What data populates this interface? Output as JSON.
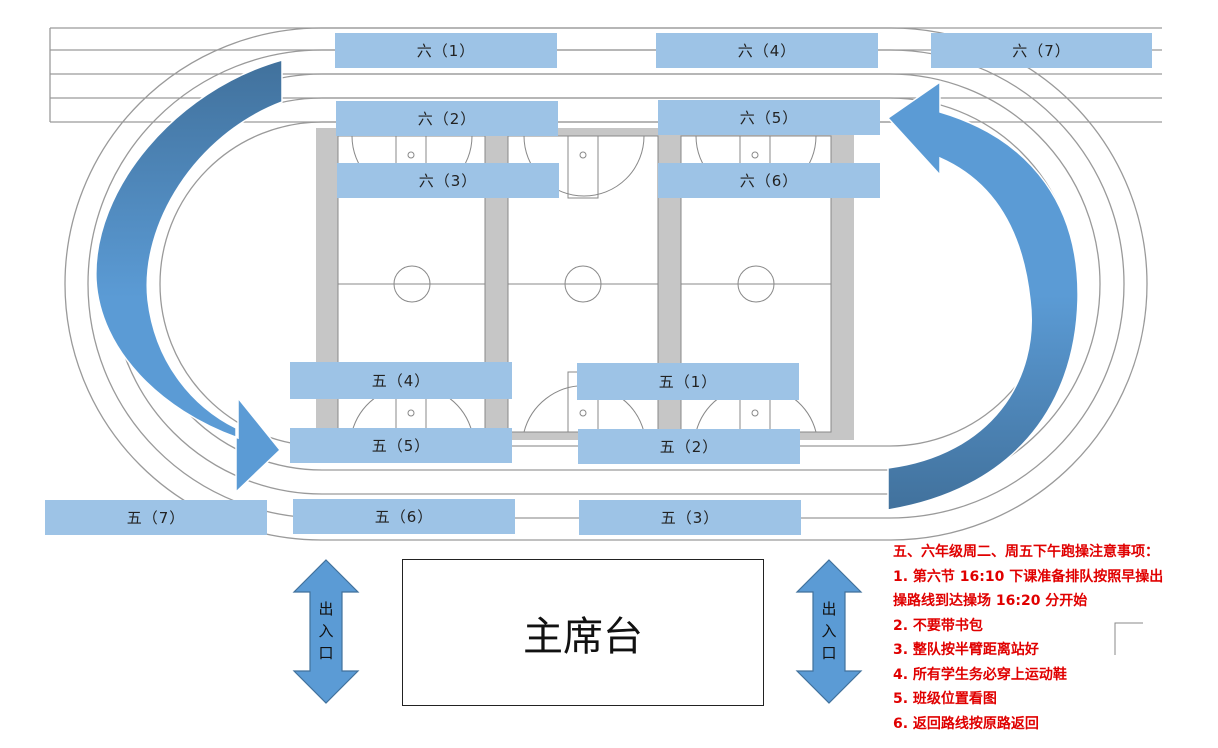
{
  "classes": {
    "six_1": "六（1）",
    "six_2": "六（2）",
    "six_3": "六（3）",
    "six_4": "六（4）",
    "six_5": "六（5）",
    "six_6": "六（6）",
    "six_7": "六（7）",
    "five_1": "五（1）",
    "five_2": "五（2）",
    "five_3": "五（3）",
    "five_4": "五（4）",
    "five_5": "五（5）",
    "five_6": "五（6）",
    "five_7": "五（7）"
  },
  "stage_label": "主席台",
  "entrance_left": [
    "出",
    "入",
    "口"
  ],
  "entrance_right": [
    "出",
    "入",
    "口"
  ],
  "notes": {
    "title": "五、六年级周二、周五下午跑操注意事项：",
    "item1_line1": "1. 第六节 16:10 下课准备排队按照早操出",
    "item1_line2": "操路线到达操场 16:20 分开始",
    "item2": "2. 不要带书包",
    "item3": "3. 整队按半臂距离站好",
    "item4": "4. 所有学生务必穿上运动鞋",
    "item5": "5. 班级位置看图",
    "item6": "6. 返回路线按原路返回"
  },
  "colors": {
    "class_fill": "#9dc3e6",
    "arrow_dark": "#41719c",
    "arrow_light": "#5b9bd5",
    "notes_text": "#e00000"
  },
  "icons": {
    "left_entrance": "double-arrow-vertical-icon",
    "right_entrance": "double-arrow-vertical-icon",
    "left_flow": "curved-arrow-down-icon",
    "right_flow": "curved-arrow-up-icon"
  }
}
